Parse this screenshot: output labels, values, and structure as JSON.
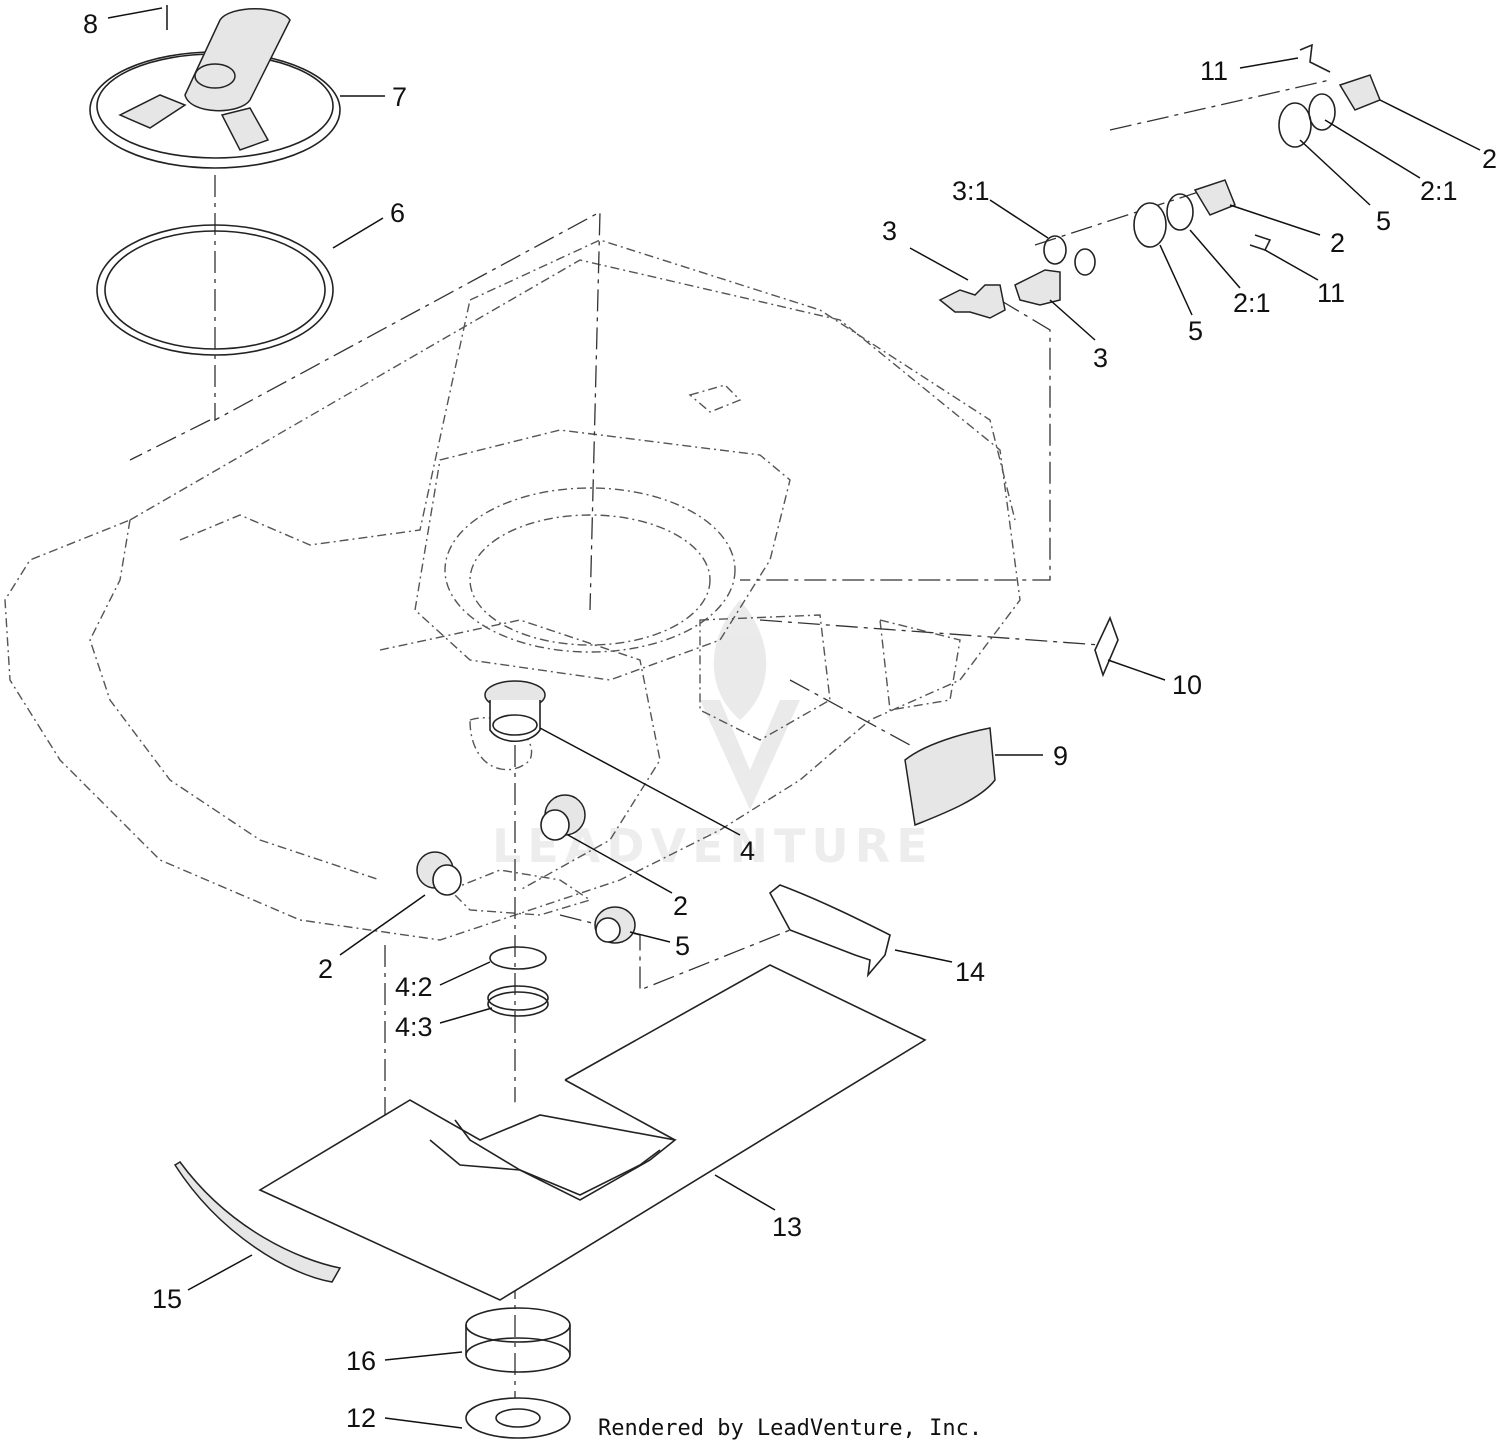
{
  "diagram": {
    "callouts": {
      "c8": "8",
      "c7": "7",
      "c6": "6",
      "c11a": "11",
      "c2a": "2",
      "c21a": "2:1",
      "c5a": "5",
      "c31": "3:1",
      "c3a": "3",
      "c2b": "2",
      "c11b": "11",
      "c5b": "5",
      "c21b": "2:1",
      "c3b": "3",
      "c10": "10",
      "c9": "9",
      "c4": "4",
      "c2c": "2",
      "c2d": "2",
      "c5c": "5",
      "c14": "14",
      "c42": "4:2",
      "c43": "4:3",
      "c13": "13",
      "c15": "15",
      "c16": "16",
      "c12": "12"
    },
    "watermark": "LEADVENTURE",
    "credit": "Rendered by LeadVenture, Inc."
  }
}
